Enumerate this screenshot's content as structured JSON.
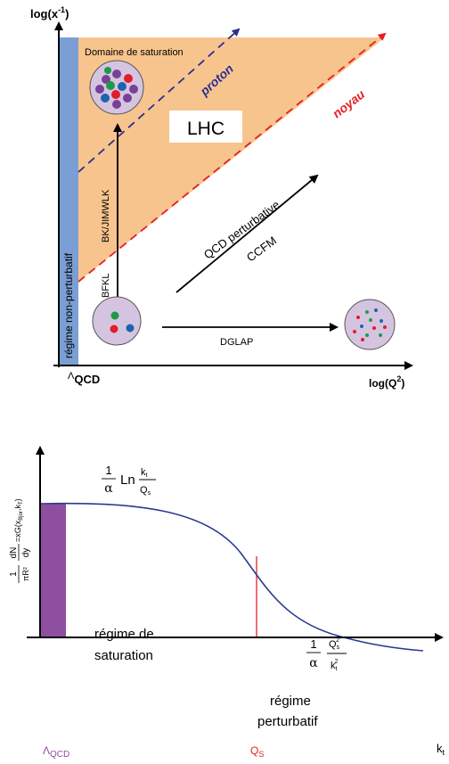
{
  "top_diagram": {
    "y_axis_label_base": "log(x",
    "y_axis_label_exp": "-1",
    "y_axis_label_close": ")",
    "x_axis_label_base": "log(Q",
    "x_axis_label_exp": "2",
    "x_axis_label_close": ")",
    "origin_lambda": "Λ",
    "origin_label": "QCD",
    "nonpert_label": "régime non-perturbatif",
    "saturation_domain_label": "Domaine de saturation",
    "proton_label": "proton",
    "noyau_label": "noyau",
    "lhc_label": "LHC",
    "bk_label": "BK/JIMWLK",
    "bfkl_label": "BFKL",
    "qcd_pert_label": "QCD perturbative",
    "ccfm_label": "CCFM",
    "dglap_label": "DGLAP",
    "colors": {
      "saturation_fill": "#f8c48e",
      "nonpert_band": "#7b9fd4",
      "proton_line": "#2b2f8f",
      "noyau_line": "#e42024",
      "parton_bubble": "#d5c4df"
    }
  },
  "bottom_chart": {
    "y_label_frac_num": "1",
    "y_label_frac_den": "πR²",
    "y_label_deriv_num": "dN",
    "y_label_deriv_den": "dy",
    "y_label_tail": "=xG(x",
    "y_label_tail_sub": "Bjor",
    "y_label_tail_end": ",k",
    "y_label_tail_sub2": "T",
    "y_label_tail_close": ")",
    "formula1_num": "1",
    "formula1_den": "α",
    "formula1_ln": "Ln",
    "formula1_k": "k",
    "formula1_k_sub": "t",
    "formula1_q": "Q",
    "formula1_q_sub": "s",
    "formula2_num": "1",
    "formula2_den": "α",
    "formula2_q": "Q",
    "formula2_q_sub": "s",
    "formula2_q_exp": "2",
    "formula2_k": "k",
    "formula2_k_sub": "t",
    "formula2_k_exp": "2",
    "saturation_line1": "régime de",
    "saturation_line2": "saturation",
    "perturbative_line1": "régime",
    "perturbative_line2": "perturbatif",
    "x_tick_lambda": "Λ",
    "x_tick_lambda_sub": "QCD",
    "x_tick_qs": "Q",
    "x_tick_qs_sub": "S",
    "x_axis_end": "k",
    "x_axis_end_sub": "t",
    "colors": {
      "curve": "#2b3a8f",
      "lambda_band": "#8e4fa0",
      "qs_line": "#e42024"
    }
  }
}
